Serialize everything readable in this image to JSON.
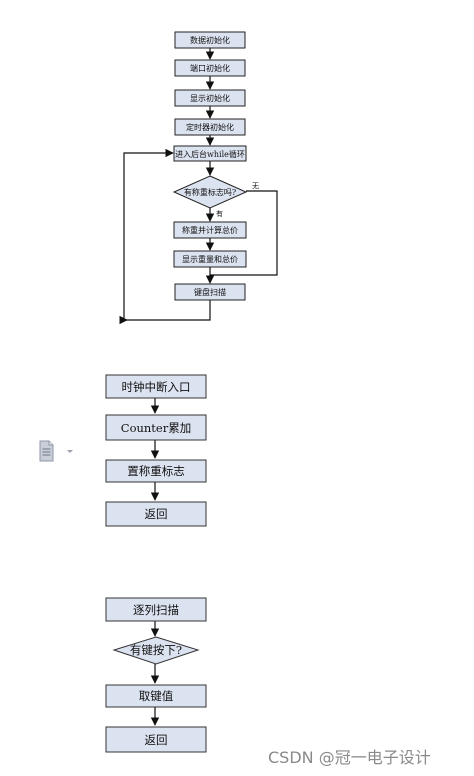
{
  "flow1": {
    "nodes": {
      "n1": "数据初始化",
      "n2": "端口初始化",
      "n3": "显示初始化",
      "n4": "定时器初始化",
      "n5": "进入后台while循环",
      "decision": "有称重标志吗?",
      "n6": "称重并计算总价",
      "n7": "显示重量和总价",
      "n8": "键盘扫描"
    },
    "labels": {
      "no": "无",
      "yes": "有"
    }
  },
  "flow2": {
    "nodes": {
      "n1": "时钟中断入口",
      "n2": "Counter累加",
      "n3": "置称重标志",
      "n4": "返回"
    }
  },
  "flow3": {
    "nodes": {
      "n1": "逐列扫描",
      "decision": "有键按下?",
      "n2": "取键值",
      "n3": "返回"
    }
  },
  "watermark": "CSDN @冠一电子设计",
  "colors": {
    "box_fill": "#dce3f0",
    "stroke": "#111111",
    "watermark": "#8a8a8a"
  },
  "icons": {
    "side": "document-icon"
  }
}
